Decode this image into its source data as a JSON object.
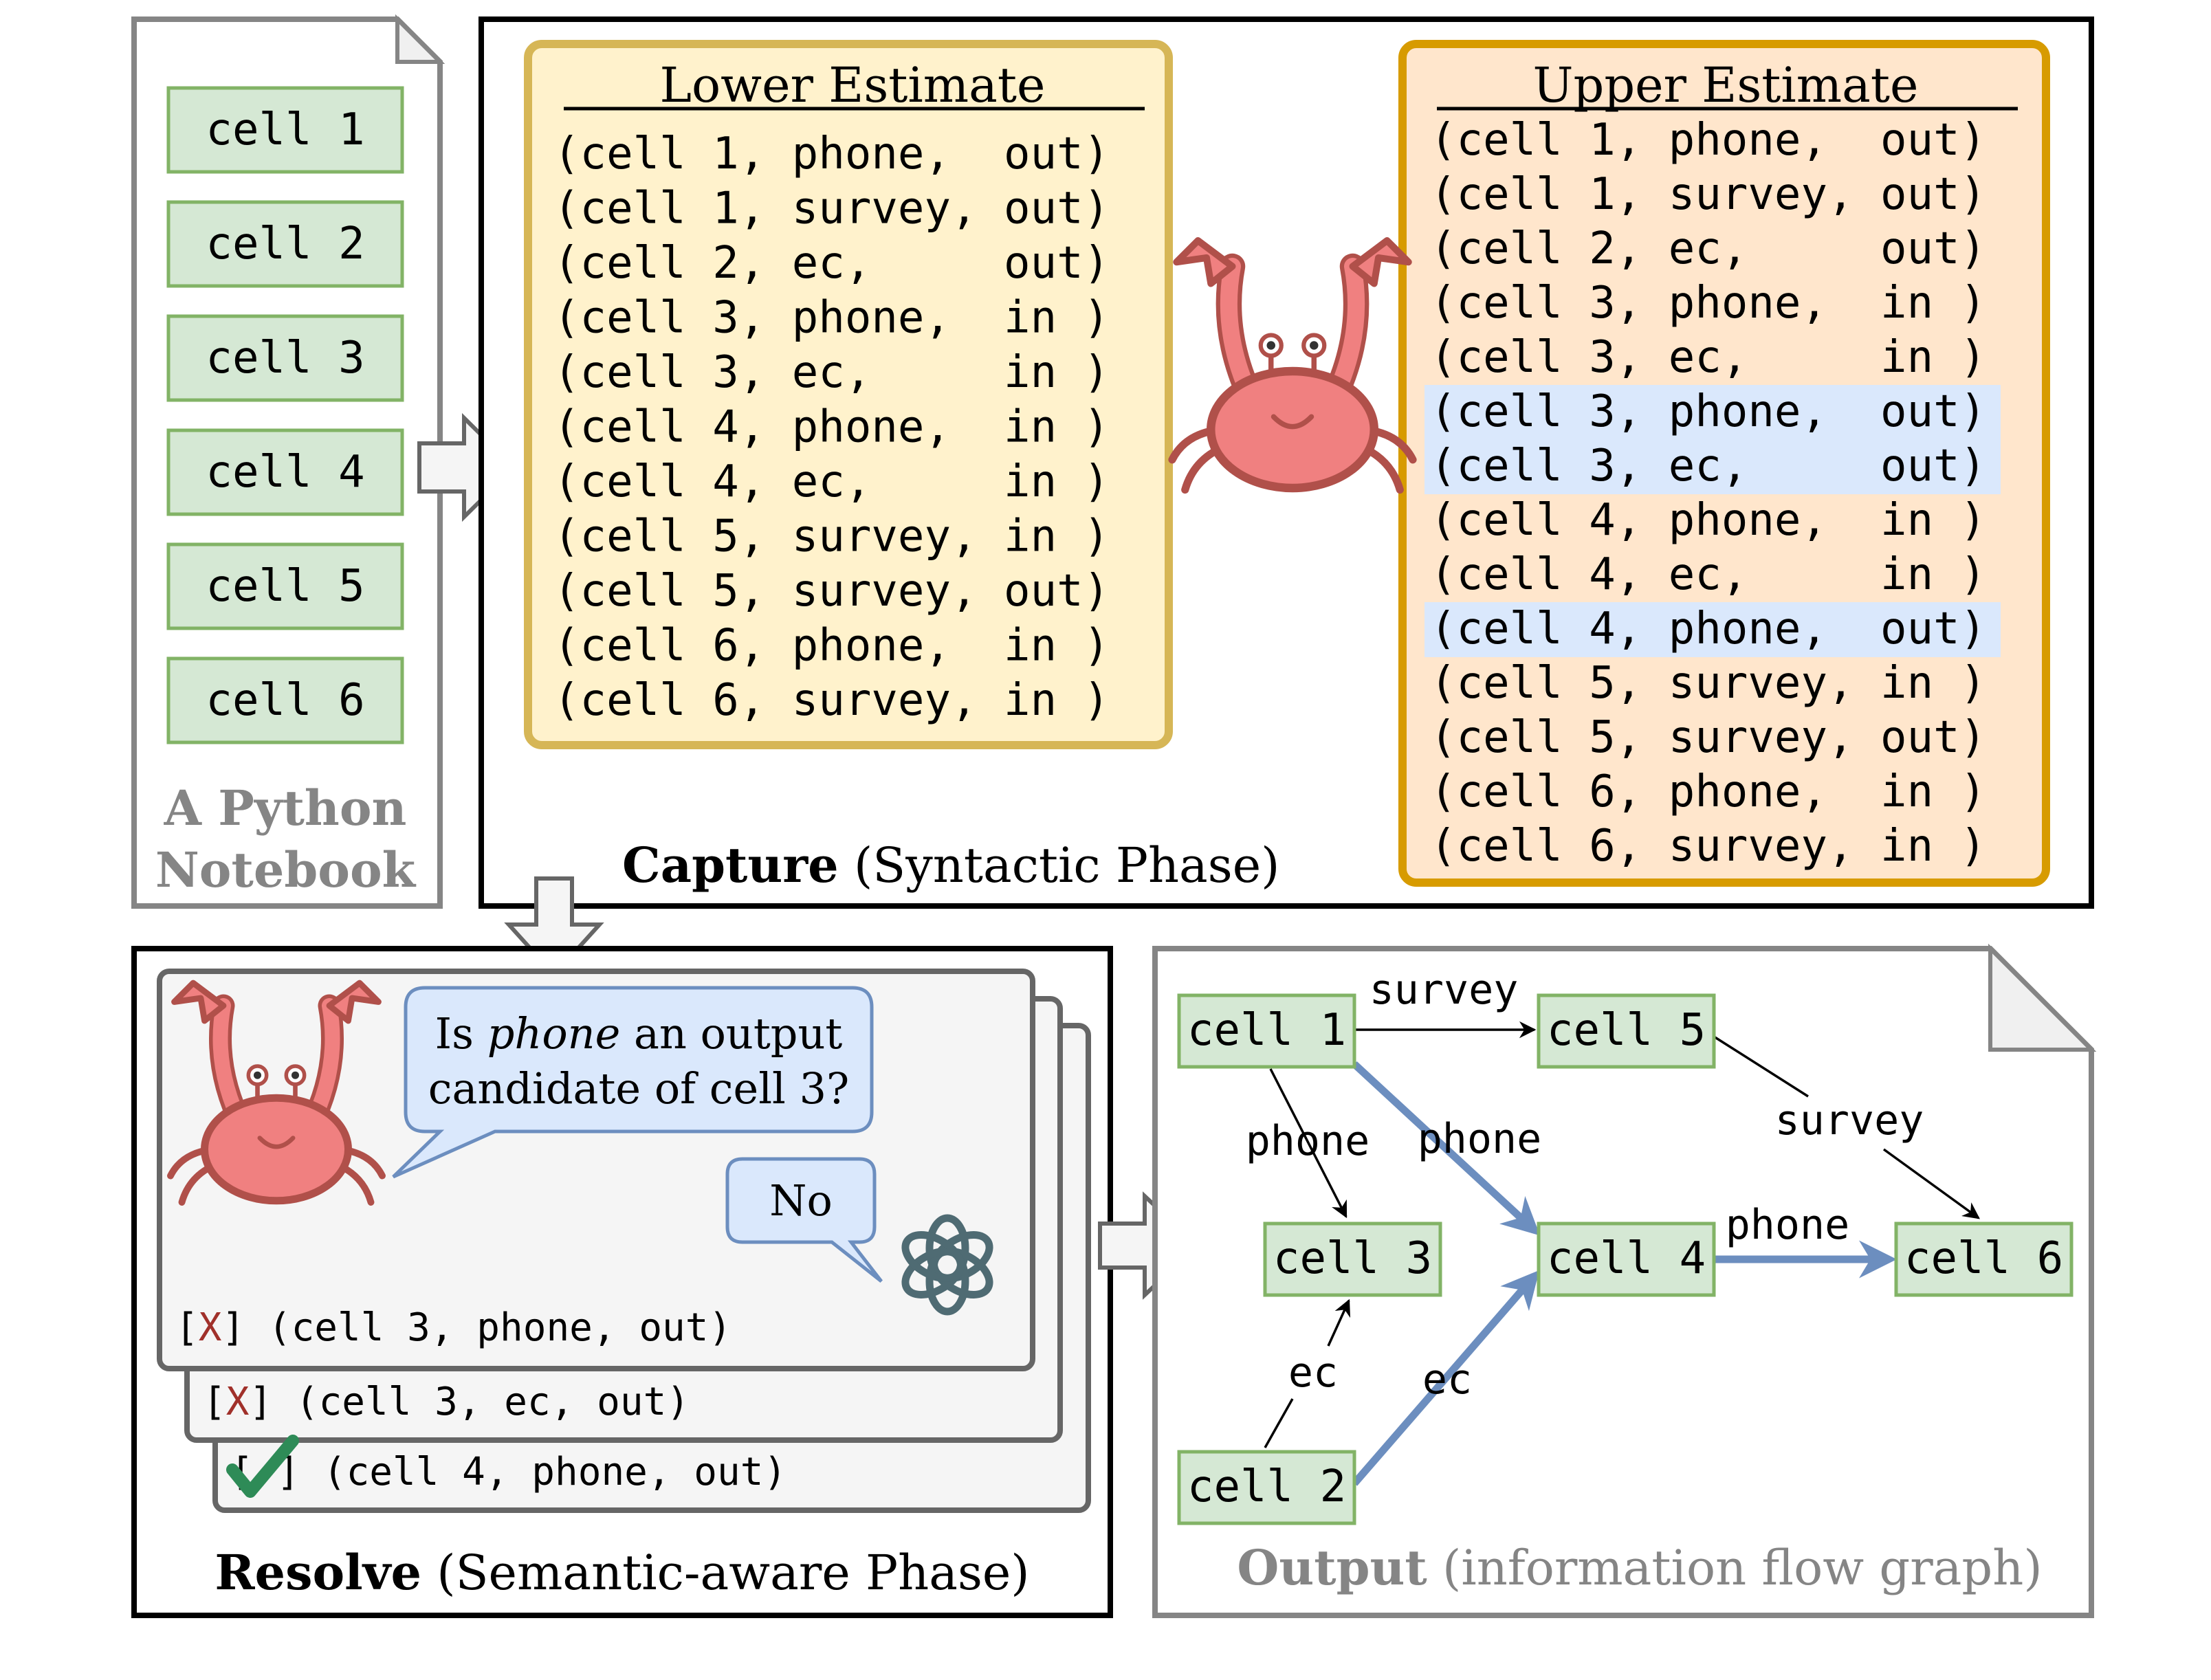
{
  "notebook": {
    "cells": [
      "cell 1",
      "cell 2",
      "cell 3",
      "cell 4",
      "cell 5",
      "cell 6"
    ],
    "caption_line1": "A Python",
    "caption_line2": "Notebook"
  },
  "capture": {
    "title_bold": "Capture",
    "title_rest": "(Syntactic Phase)",
    "lower": {
      "title": "Lower Estimate",
      "rows": [
        "(cell 1, phone,  out)",
        "(cell 1, survey, out)",
        "(cell 2, ec,     out)",
        "(cell 3, phone,  in )",
        "(cell 3, ec,     in )",
        "(cell 4, phone,  in )",
        "(cell 4, ec,     in )",
        "(cell 5, survey, in )",
        "(cell 5, survey, out)",
        "(cell 6, phone,  in )",
        "(cell 6, survey, in )"
      ]
    },
    "upper": {
      "title": "Upper Estimate",
      "rows": [
        {
          "text": "(cell 1, phone,  out)",
          "highlight": false
        },
        {
          "text": "(cell 1, survey, out)",
          "highlight": false
        },
        {
          "text": "(cell 2, ec,     out)",
          "highlight": false
        },
        {
          "text": "(cell 3, phone,  in )",
          "highlight": false
        },
        {
          "text": "(cell 3, ec,     in )",
          "highlight": false
        },
        {
          "text": "(cell 3, phone,  out)",
          "highlight": true
        },
        {
          "text": "(cell 3, ec,     out)",
          "highlight": true
        },
        {
          "text": "(cell 4, phone,  in )",
          "highlight": false
        },
        {
          "text": "(cell 4, ec,     in )",
          "highlight": false
        },
        {
          "text": "(cell 4, phone,  out)",
          "highlight": true
        },
        {
          "text": "(cell 5, survey, in )",
          "highlight": false
        },
        {
          "text": "(cell 5, survey, out)",
          "highlight": false
        },
        {
          "text": "(cell 6, phone,  in )",
          "highlight": false
        },
        {
          "text": "(cell 6, survey, in )",
          "highlight": false
        }
      ]
    }
  },
  "resolve": {
    "title_bold": "Resolve",
    "title_rest": "(Semantic-aware Phase)",
    "question_parts": [
      "Is ",
      "phone",
      " an output",
      "candidate of cell 3?"
    ],
    "answer": "No",
    "cards": [
      {
        "mark": "X",
        "text": "(cell 3, phone, out)"
      },
      {
        "mark": "X",
        "text": "(cell 3, ec, out)"
      },
      {
        "mark": "✓",
        "text": "(cell 4, phone, out)"
      }
    ]
  },
  "output": {
    "title_bold": "Output",
    "title_rest": "(information flow graph)",
    "nodes": [
      "cell 1",
      "cell 2",
      "cell 3",
      "cell 4",
      "cell 5",
      "cell 6"
    ],
    "edges": [
      {
        "from": "cell 1",
        "to": "cell 5",
        "label": "survey",
        "style": "black"
      },
      {
        "from": "cell 1",
        "to": "cell 3",
        "label": "phone",
        "style": "black"
      },
      {
        "from": "cell 1",
        "to": "cell 4",
        "label": "phone",
        "style": "blue"
      },
      {
        "from": "cell 5",
        "to": "cell 6",
        "label": "survey",
        "style": "black"
      },
      {
        "from": "cell 4",
        "to": "cell 6",
        "label": "phone",
        "style": "blue"
      },
      {
        "from": "cell 2",
        "to": "cell 3",
        "label": "ec",
        "style": "black"
      },
      {
        "from": "cell 2",
        "to": "cell 4",
        "label": "ec",
        "style": "blue"
      }
    ]
  },
  "colors": {
    "cell_fill": "#d5e8d4",
    "cell_stroke": "#82b366",
    "lower_fill": "#fff2cc",
    "lower_stroke": "#d6b656",
    "upper_fill": "#ffe6cc",
    "upper_stroke": "#d79b00",
    "highlight": "#dae8fc",
    "blue_edge": "#6c8ebf",
    "crab": "#f08080",
    "crab_dark": "#b0504a",
    "gray": "#858585"
  }
}
